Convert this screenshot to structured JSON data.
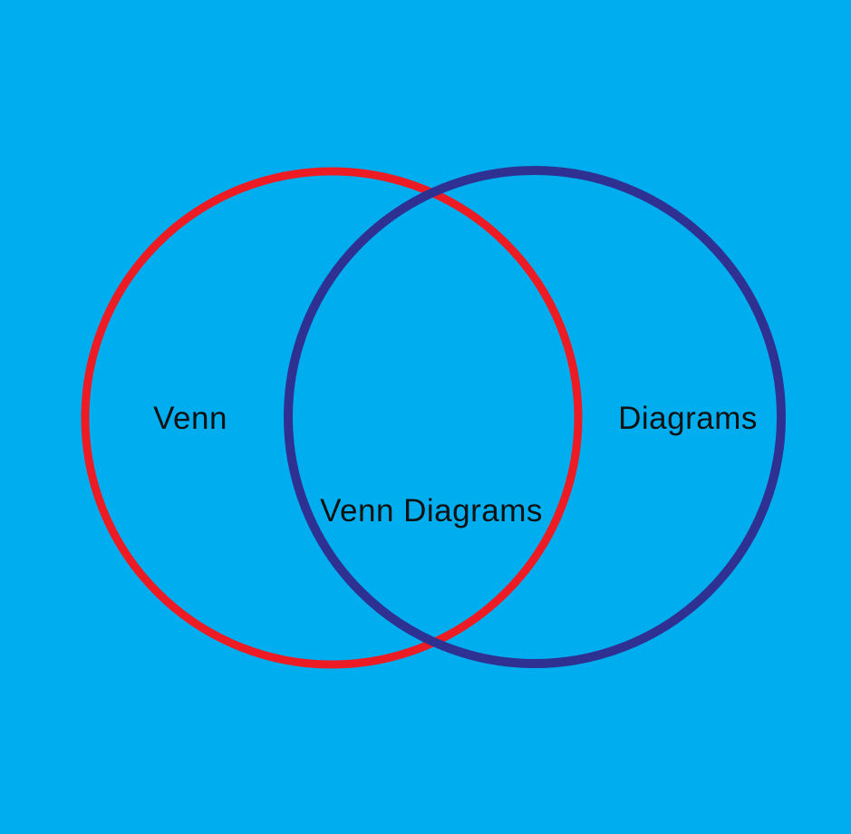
{
  "diagram": {
    "type": "venn",
    "background_color": "#00AEEF",
    "text_color": "#111111",
    "left_circle": {
      "label": "Venn",
      "stroke_color": "#ED1C24",
      "stroke_width": "9"
    },
    "right_circle": {
      "label": "Diagrams",
      "stroke_color": "#2E3192",
      "stroke_width": "10"
    },
    "intersection": {
      "label": "Venn Diagrams"
    }
  }
}
